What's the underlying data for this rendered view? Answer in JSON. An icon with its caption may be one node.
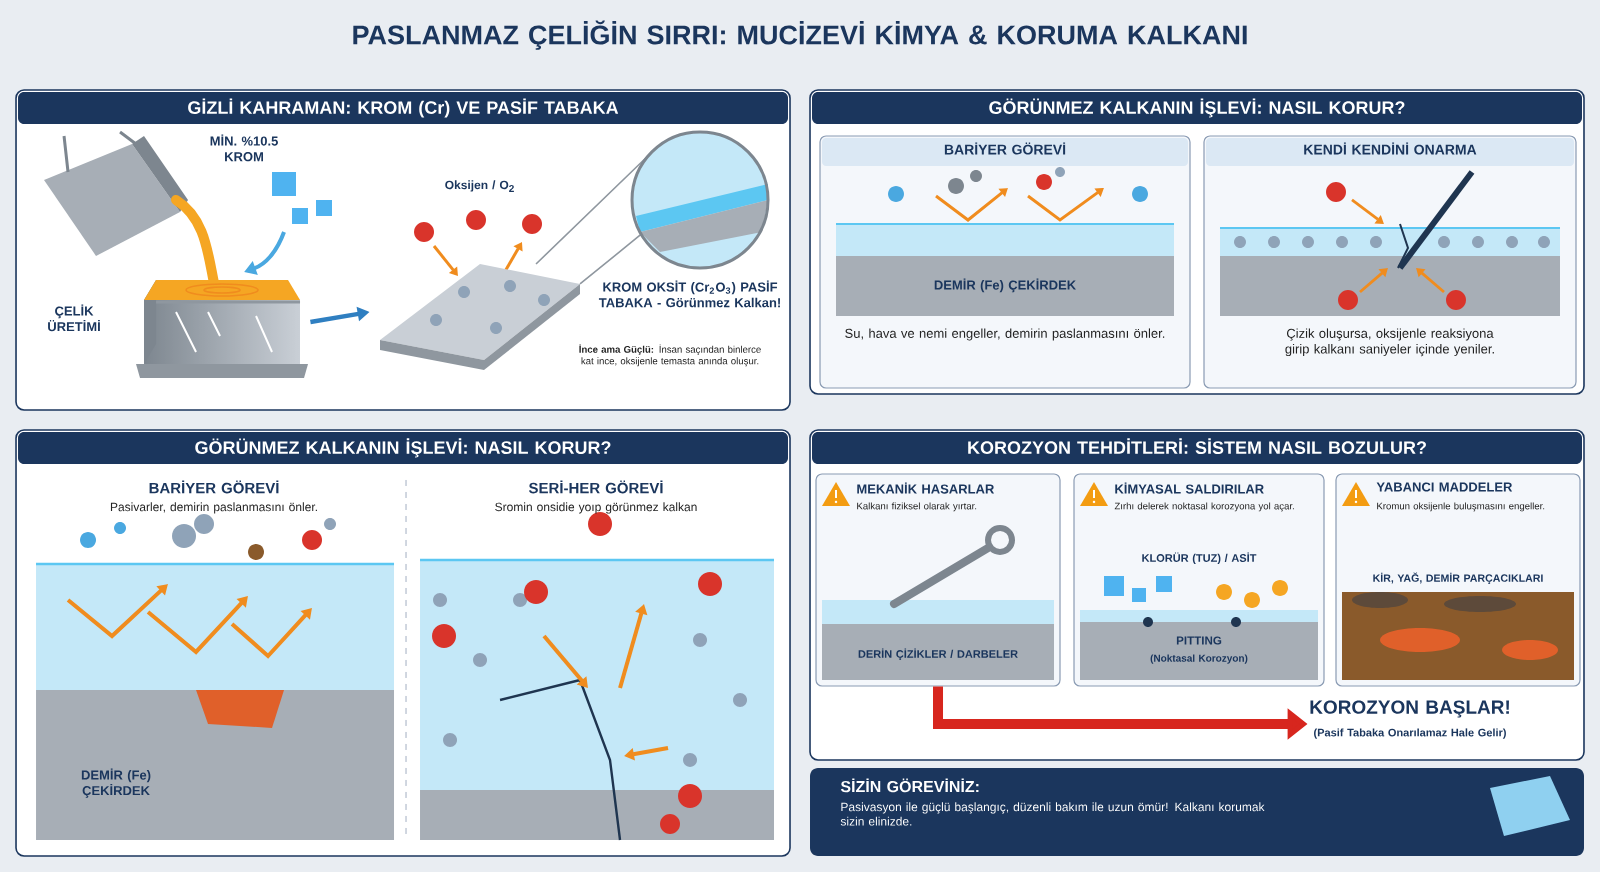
{
  "diagram": {
    "title": "PASLANMAZ ÇELİĞİN SIRRI: MUCİZEVİ KİMYA & KORUMA KALKANI",
    "nodes": [
      {
        "text": [
          "GİZLİ KAHRAMAN: KROM (Cr) VE PASİF TABAKA"
        ]
      },
      {
        "text": [],
        "shape": "picture",
        "in": 0,
        "beside": [
          "ÇELİK ÜRETİMİ"
        ]
      },
      {
        "text": [],
        "shape": "picture",
        "in": 0
      },
      {
        "text": [
          "GÖRÜNMEZ KALKANIN İŞLEVİ: NASIL KORUR?"
        ]
      },
      {
        "text": [
          "BARİYER GÖREVİ",
          "DEMİR (Fe) ÇEKİRDEK",
          "Su, hava ve nemi engeller, demirin paslanmasını önler."
        ],
        "in": 3
      },
      {
        "text": [
          "KENDİ KENDİNİ ONARMA",
          "Çizik oluşursa, oksijenle reaksiyona girip kalkanı saniyeler içinde yeniler."
        ],
        "in": 3
      },
      {
        "text": [
          "GÖRÜNMEZ KALKANIN İŞLEVİ: NASIL KORUR?"
        ]
      },
      {
        "text": [
          "BARİYER GÖREVİ",
          "Pasivarler, demirin paslanmasını önler.",
          "DEMİR (Fe) ÇEKİRDEK"
        ],
        "in": 6
      },
      {
        "text": [
          "SERİ-HER GÖREVİ",
          "Sromin onsidie yoıp görünmez kalkan"
        ],
        "in": 6
      },
      {
        "text": [
          "KOROZYON TEHDİTLERİ: SİSTEM NASIL BOZULUR?"
        ]
      },
      {
        "text": [
          "MEKANİK HASARLAR",
          "Kalkanı fiziksel olarak yırtar.",
          "DERİN ÇİZİKLER / DARBELER"
        ],
        "in": 9
      },
      {
        "text": [
          "KİMYASAL SALDIRILAR",
          "Zırhı delerek noktasal korozyona yol açar.",
          "KLORÜR (TUZ) / ASİT",
          "PITTING",
          "(Noktasal Korozyon)"
        ],
        "in": 9
      },
      {
        "text": [
          "YABANCI MADDELER",
          "Kromun oksijenle buluşmasını engeller.",
          "KİR, YAĞ, DEMİR PARÇACIKLARI"
        ],
        "in": 9
      },
      {
        "text": [
          "KOROZYON BAŞLAR!",
          "(Pasif Tabaka Onarılamaz Hale Gelir)"
        ],
        "in": 9
      },
      {
        "text": [
          "SİZİN GÖREVİNİZ:",
          "Pasivasyon ile güçlü başlangıç, düzenli bakım ile uzun ömür! Kalkanı korumak sizin elinizde."
        ]
      }
    ],
    "edges": [
      {
        "from": 1,
        "to": 2,
        "arrow": "to"
      },
      {
        "from": 10,
        "to": 13,
        "arrow": "to",
        "style": "thick",
        "color": "#d7261e"
      }
    ],
    "labels": [
      "MİN. %10.5 KROM",
      "Oksijen / O$_{2}$",
      "KROM OKSİT (Cr$_{2}$O$_{3}$) PASİF TABAKA - Görünmez Kalkan!",
      "**İnce ama Güçlü:** İnsan saçından binlerce kat ince, oksijenle temasta anında oluşur."
    ]
  }
}
